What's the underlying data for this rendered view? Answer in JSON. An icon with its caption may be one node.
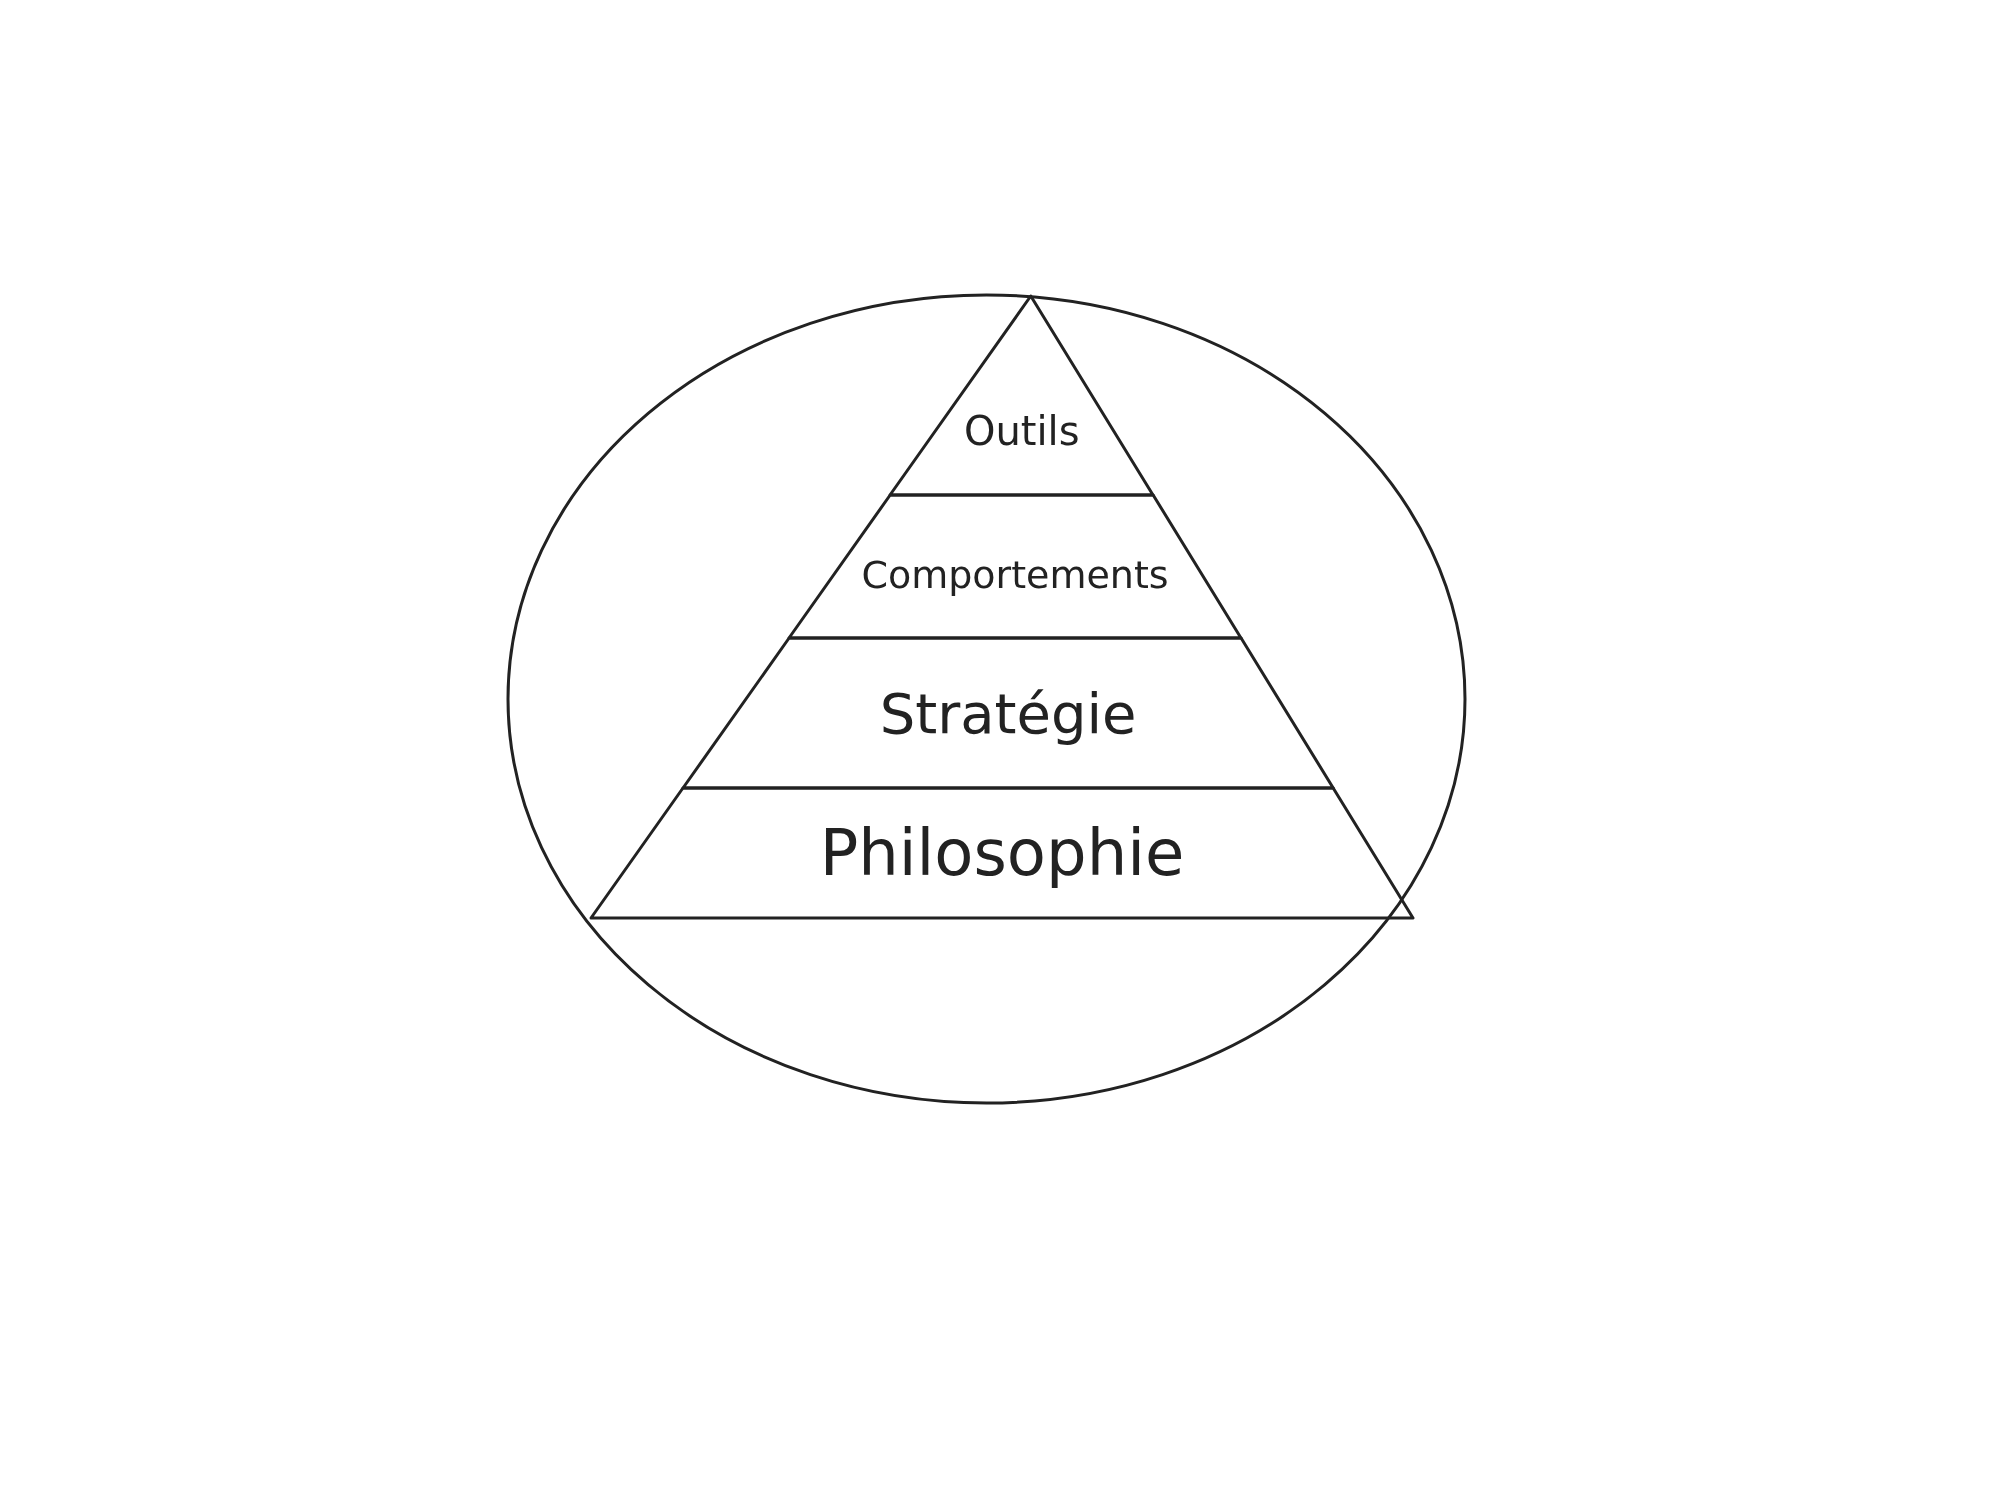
{
  "diagram": {
    "nodes": [
      {
        "text": [],
        "shape": "circle"
      },
      {
        "text": [
          "Outils"
        ],
        "in": 0
      },
      {
        "text": [
          "Comportements"
        ],
        "in": 0
      },
      {
        "text": [
          "Stratégie"
        ],
        "in": 0
      },
      {
        "text": [
          "Philosophie"
        ],
        "in": 0
      }
    ],
    "edges": []
  }
}
